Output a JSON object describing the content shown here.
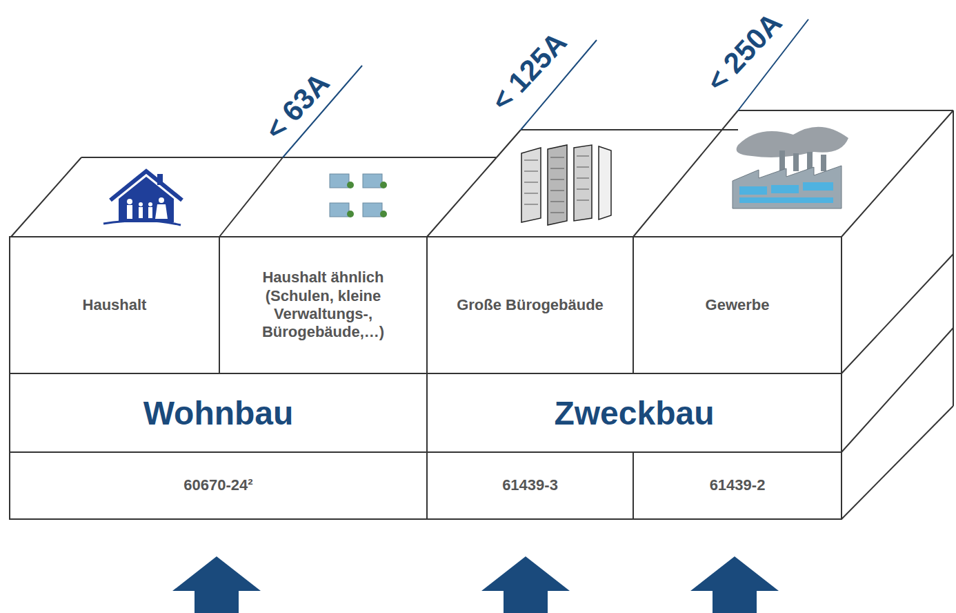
{
  "diagram": {
    "nodes": [
      {
        "text": [
          "Haushalt"
        ]
      },
      {
        "text": [
          "Haushalt ähnlich (Schulen, kleine Verwaltungs-, Bürogebäude,…)"
        ]
      },
      {
        "text": [
          "Große Bürogebäude"
        ]
      },
      {
        "text": [
          "Gewerbe"
        ]
      },
      {
        "text": [
          "Wohnbau"
        ]
      },
      {
        "text": [
          "Zweckbau"
        ]
      },
      {
        "text": [
          "60670-24²"
        ]
      },
      {
        "text": [
          "61439-3"
        ]
      },
      {
        "text": [
          "61439-2"
        ]
      }
    ],
    "labels": [
      "< 63A",
      "< 125A",
      "< 250A"
    ]
  }
}
